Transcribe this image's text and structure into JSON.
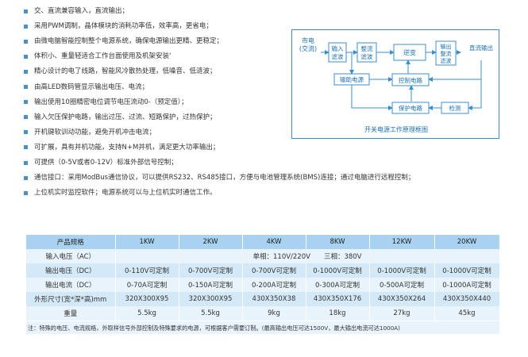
{
  "features": [
    "交、直流兼容输入，直流输出；",
    "采用PWM调制，晶体模块的消耗功率低，效率高，更省电；",
    "由微电脑智能控制整个电源系统，确保电源输出更精、更稳定；",
    "体积小、重量轻适合工作台面使用及机架安装'",
    "精心设计的电了线路，智能风冷散热处理，低噪音、低涟波；",
    "由高LED数码管显示输出电压、电流；",
    "输出使用10圈精密电位调节电压流动0-（预定值）；",
    "输入欠压保护电路，输出过压、过流、短路保护，过热保护；",
    "开机键软训动功能，避免开机冲击电流；",
    "可扩展，具有并机功能，支持N+M并机，满足更大功率输出；",
    "可提供（0-5V或者0-12V）标准外部信号控制；",
    "通信接口：采用ModBus通信协议，可以提供RS232、RS485接口，方便与电池管理系统(BMS)连接；通过电脑进行远程控制；",
    "上位机实时监控软件；电源系统可以与上位机实时通信工作。"
  ],
  "diagram": {
    "caption": "开关电源工作原理框图",
    "mains_line1": "市电",
    "mains_line2": "(交流)",
    "input_filter_1": "输入",
    "input_filter_2": "滤波",
    "rectifier_filter_1": "整流",
    "rectifier_filter_2": "滤波",
    "inverter": "逆变",
    "output_rectifier_1": "输出",
    "output_rectifier_2": "整流",
    "output_rectifier_3": "滤波",
    "dc_output": "直流输出",
    "aux_power": "输助电源",
    "control_circuit": "控制电路",
    "protection_circuit": "保护电路",
    "detection": "检测",
    "line_color": "#3a8fd0",
    "box_fill": "#ffffff",
    "text_color": "#1a6fb5"
  },
  "spec_table": {
    "headers": [
      "产品规格",
      "1KW",
      "2KW",
      "4KW",
      "8KW",
      "12KW",
      "20KW"
    ],
    "input_voltage": {
      "label": "输入电压（AC）",
      "value": "单相：110V/220V　　三相：380V"
    },
    "rows": [
      {
        "label": "输出电压（DC）",
        "cells": [
          "0-110V可定制",
          "0-700V可定制",
          "0-700V可定制",
          "0-1000V可定制",
          "0-1000V可定制",
          "0-1000V可定制"
        ]
      },
      {
        "label": "输出电流（DC）",
        "cells": [
          "0-70A可定制",
          "0-150A可定制",
          "0-200A可定制",
          "0-300A可定制",
          "0-500A可定制",
          "0-1000A可定制"
        ]
      },
      {
        "label": "外形尺寸(宽*深*高)mm",
        "cells": [
          "320X300X95",
          "320X300X95",
          "430X350X38",
          "430X350X176",
          "430X350X264",
          "430X350X440"
        ]
      },
      {
        "label": "重量",
        "cells": [
          "5.5kg",
          "5.5kg",
          "9kg",
          "18kg",
          "27kg",
          "45kg"
        ]
      }
    ],
    "note": "注：特殊的电压、电流规格，外取样信号外部控制及特殊要求的电源，可根据客户需要订制。(最高输出电压可达1500V，最大输出电流可达1000A)"
  },
  "colors": {
    "bullet": "#4a90c8",
    "header_bg": "#a9d2f0",
    "row_light": "#e8f3fb",
    "row_dark": "#d4e9f7"
  }
}
